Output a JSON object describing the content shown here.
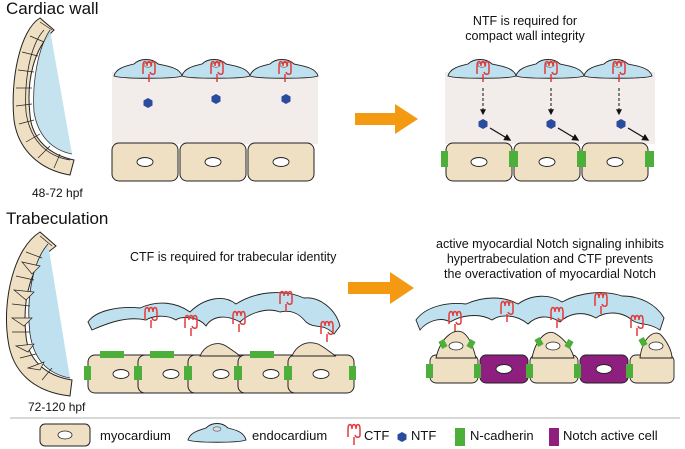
{
  "sections": {
    "cardiac_wall": {
      "title": "Cardiac wall",
      "stage": "48-72 hpf",
      "result_caption": [
        "NTF is required for",
        "compact wall integrity"
      ]
    },
    "trabeculation": {
      "title": "Trabeculation",
      "stage": "72-120 hpf",
      "caption_left": "CTF is required for trabecular identity",
      "result_caption": [
        "active myocardial Notch signaling inhibits",
        "hypertrabeculation and CTF prevents",
        "the overactivation of myocardial Notch"
      ]
    }
  },
  "legend": {
    "myocardium": "myocardium",
    "endocardium": "endocardium",
    "ctf": "CTF",
    "ntf": "NTF",
    "ncadherin": "N-cadherin",
    "notch": "Notch active cell"
  },
  "colors": {
    "myocardium": "#efdfc3",
    "endocardium": "#bfe0ee",
    "ctf": "#e23b3b",
    "ntf": "#2a4c9e",
    "ncadherin": "#4caf3a",
    "notch": "#8e1f7e",
    "arrow": "#f39a12",
    "background_band": "#f2ecea"
  }
}
